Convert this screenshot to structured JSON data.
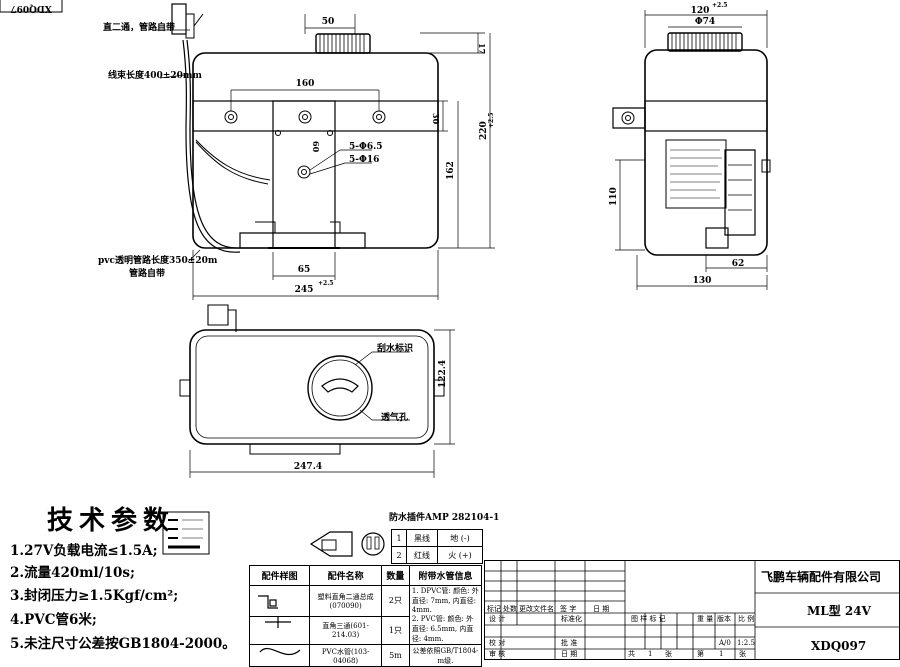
{
  "drawing_no_corner": "XDQ097",
  "annotations": {
    "tee_pipe": "直二通，管路自带",
    "harness_length": "线束长度400±20mm",
    "pvc_tube_1": "pvc透明管路长度350±20m",
    "pvc_tube_2": "管路自带",
    "phi65": "5-Φ6.5",
    "phi16": "5-Φ16",
    "fill_mark": "刮水标识",
    "vent_hole": "透气孔",
    "connector": "防水插件AMP 282104-1"
  },
  "dims": {
    "d50": "50",
    "d17": "17",
    "d160": "160",
    "d30": "30",
    "d60": "60",
    "d220": "220",
    "d220_tol": "+2.5",
    "d162": "162",
    "d65": "65",
    "d245": "245",
    "d245_tol": "+2.5",
    "d120": "120",
    "d120_tol": "+2.5",
    "d74": "Φ74",
    "d110": "110",
    "d62": "62",
    "d130": "130",
    "d1224": "122.4",
    "d2474": "247.4"
  },
  "tech_params": {
    "title": "技术参数",
    "items": [
      "1.27V负载电流≤1.5A;",
      "2.流量420ml/10s;",
      "3.封闭压力≥1.5Kgf/cm²;",
      "4.PVC管6米;",
      "5.未注尺寸公差按GB1804-2000。"
    ]
  },
  "wiring": {
    "rows": [
      {
        "no": "1",
        "color": "黑线",
        "pole": "地 (-)"
      },
      {
        "no": "2",
        "color": "红线",
        "pole": "火 (+)"
      }
    ]
  },
  "parts_table": {
    "headers": [
      "配件样图",
      "配件名称",
      "数量",
      "附带水管信息"
    ],
    "rows": [
      {
        "name": "塑料直角二通总成 (070090)",
        "qty": "2只",
        "info": "1. DPVC管: 颜色: 外直径: 7mm, 内直径: 4mm."
      },
      {
        "name": "直角三通(601-214.03)",
        "qty": "1只",
        "info": "2. PVC管: 颜色: 外直径: 6.5mm, 内直径: 4mm."
      },
      {
        "name": "PVC水管(103-04068)",
        "qty": "5m",
        "info": "公差依照GB/T1804-m级."
      }
    ]
  },
  "title_block": {
    "company": "飞鹏车辆配件有限公司",
    "model": "ML型 24V",
    "drawing_no": "XDQ097",
    "scale": "1:2.5",
    "version": "A/0",
    "labels": {
      "mark": "标记",
      "count": "处数",
      "change_file": "更改文件名",
      "sign": "签 字",
      "date": "日 期",
      "design": "设 计",
      "standard": "标准化",
      "check": "校 对",
      "review": "审 核",
      "approve": "批 准",
      "stage_mark": "图 样 标 记",
      "weight": "重 量",
      "version_lbl": "版本",
      "scale_lbl": "比 例",
      "total": "共",
      "sheets": "张",
      "page": "第",
      "sheet": "张",
      "one_a": "1",
      "one_b": "1",
      "date2": "日 期"
    }
  }
}
